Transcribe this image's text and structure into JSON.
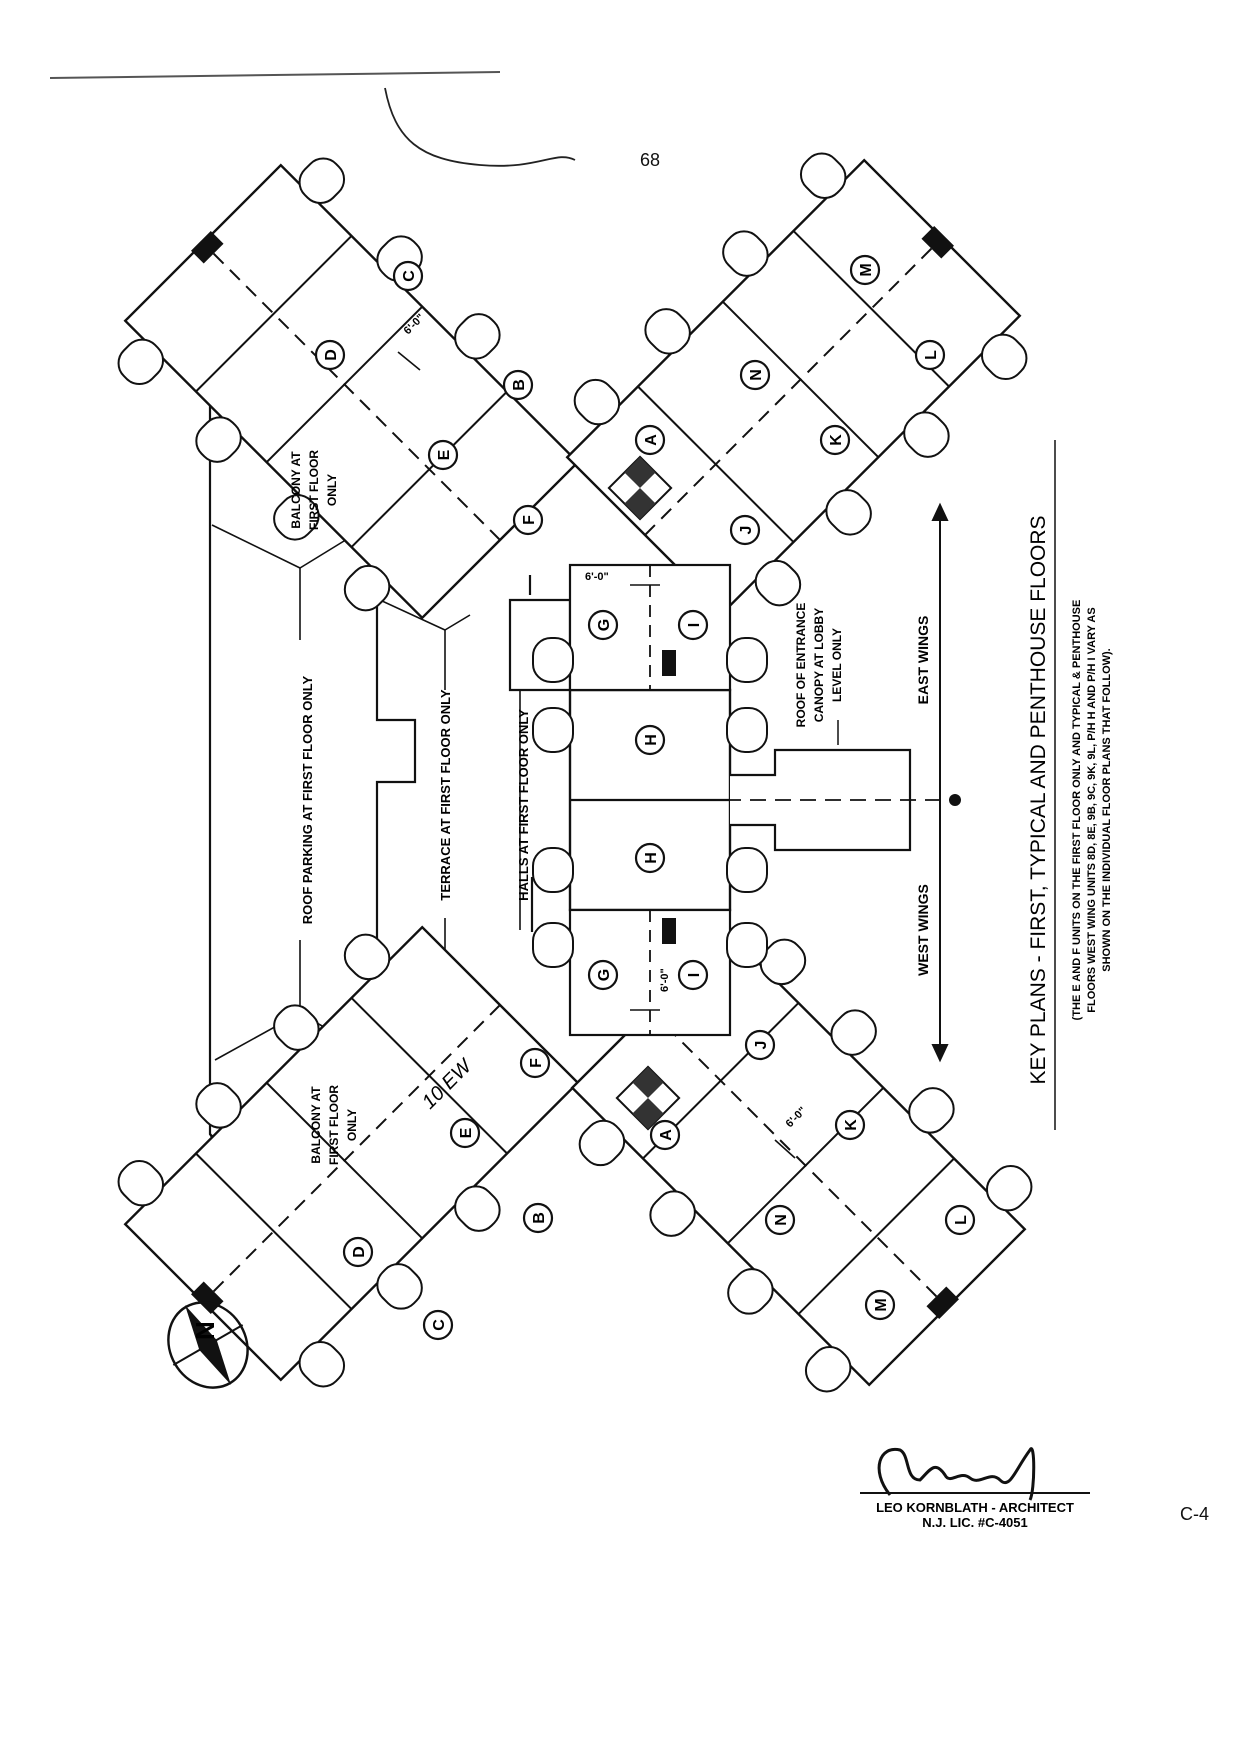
{
  "page_number": "68",
  "corner_code": "C-4",
  "units": {
    "A": "A",
    "B": "B",
    "C": "C",
    "D": "D",
    "E": "E",
    "F": "F",
    "G": "G",
    "H": "H",
    "I": "I",
    "J": "J",
    "K": "K",
    "L": "L",
    "M": "M",
    "N": "N"
  },
  "labels": {
    "roof_parking": "ROOF PARKING AT FIRST FLOOR ONLY",
    "terrace": "TERRACE AT FIRST FLOOR ONLY",
    "halls": "HALLS AT FIRST FLOOR ONLY",
    "balcony": [
      "BALCONY AT",
      "FIRST FLOOR",
      "ONLY"
    ],
    "canopy": [
      "ROOF OF ENTRANCE",
      "CANOPY AT LOBBY",
      "LEVEL ONLY"
    ],
    "east_wings": "EAST WINGS",
    "west_wings": "WEST WINGS",
    "dimension": "6'-0\"",
    "handwritten_note": "10 EW"
  },
  "title": "KEY PLANS - FIRST, TYPICAL AND PENTHOUSE FLOORS",
  "note": [
    "(THE E AND F UNITS ON THE FIRST FLOOR ONLY AND TYPICAL & PENTHOUSE",
    "FLOORS WEST WING UNITS 8D, 8E, 9B, 9C, 9K, 9L, P/H H AND P/H I VARY AS",
    "SHOWN ON THE INDIVIDUAL FLOOR PLANS THAT FOLLOW)."
  ],
  "architect": {
    "signature": "Leo Kornblath",
    "name": "LEO KORNBLATH - ARCHITECT",
    "license": "N.J. LIC. #C-4051"
  },
  "north_arrow": "N"
}
